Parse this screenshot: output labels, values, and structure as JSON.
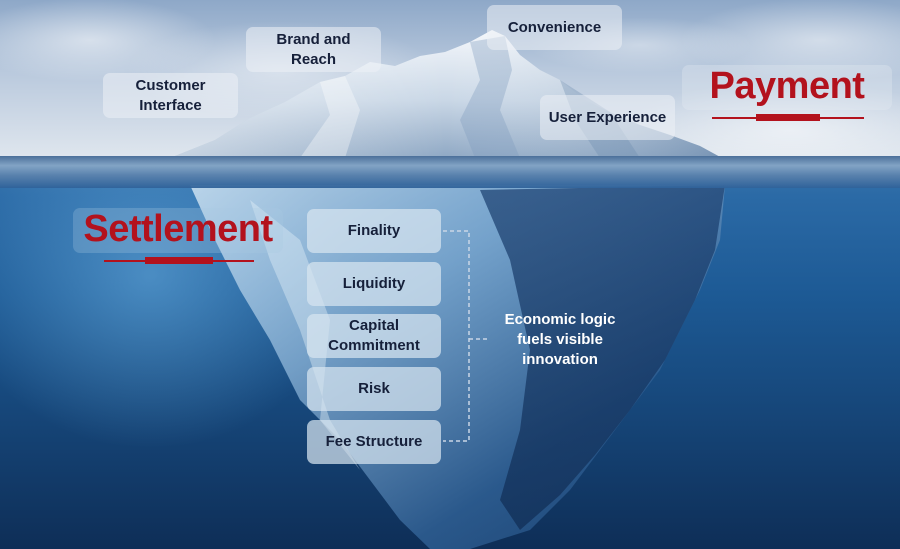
{
  "diagram": {
    "type": "iceberg",
    "above_water": {
      "title": "Payment",
      "labels": [
        {
          "text": "Customer Interface"
        },
        {
          "text": "Brand and Reach"
        },
        {
          "text": "Convenience"
        },
        {
          "text": "User Experience"
        }
      ]
    },
    "below_water": {
      "title": "Settlement",
      "labels": [
        {
          "text": "Finality"
        },
        {
          "text": "Liquidity"
        },
        {
          "text": "Capital Commitment"
        },
        {
          "text": "Risk"
        },
        {
          "text": "Fee Structure"
        }
      ]
    },
    "annotation": "Economic logic fuels visible innovation",
    "colors": {
      "title_red": "#b3121d",
      "label_text": "#16203a",
      "annotation_text": "#ffffff",
      "water_deep": "#0e2e57",
      "water_light": "#3f78ad"
    }
  },
  "labels": {
    "customer_interface_1": "Customer",
    "customer_interface_2": "Interface",
    "brand_reach_1": "Brand and",
    "brand_reach_2": "Reach",
    "convenience": "Convenience",
    "user_experience": "User Experience",
    "payment": "Payment",
    "settlement": "Settlement",
    "finality": "Finality",
    "liquidity": "Liquidity",
    "capital_commitment_1": "Capital",
    "capital_commitment_2": "Commitment",
    "risk": "Risk",
    "fee_structure": "Fee Structure",
    "logic_1": "Economic logic",
    "logic_2": "fuels visible",
    "logic_3": "innovation"
  }
}
